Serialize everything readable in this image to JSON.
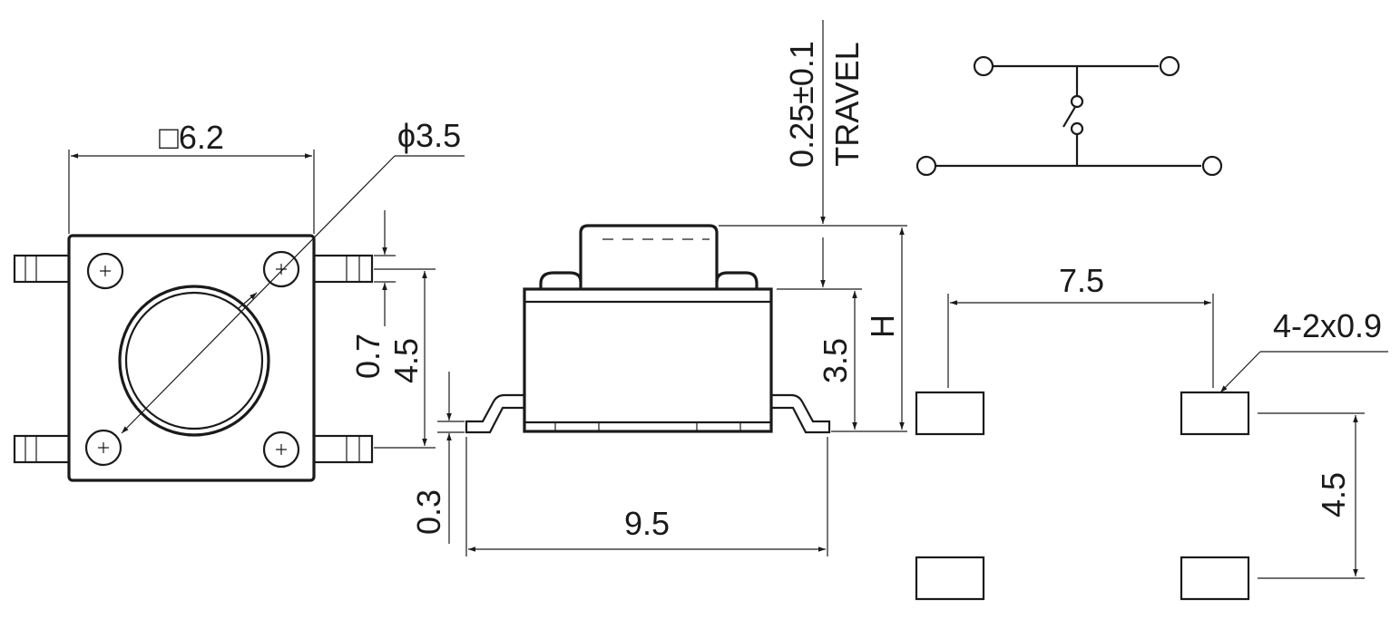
{
  "top_view": {
    "square_size_label": "□6.2",
    "diameter_label": "ϕ3.5",
    "pitch_label": "4.5",
    "lead_label": "0.7"
  },
  "side_view": {
    "travel_value_label": "0.25±0.1",
    "travel_label": "TRAVEL",
    "height_label": "H",
    "body_height_label": "3.5",
    "lead_thickness_label": "0.3",
    "overall_length_label": "9.5"
  },
  "pad_layout": {
    "horizontal_pitch_label": "7.5",
    "vertical_pitch_label": "4.5",
    "pad_spec_label": "4-2x0.9"
  },
  "colors": {
    "line": "#1a1a1a",
    "background": "#ffffff"
  },
  "icons": [
    "switch-schematic-icon",
    "cross-mark-icon",
    "arrowhead-icon"
  ]
}
